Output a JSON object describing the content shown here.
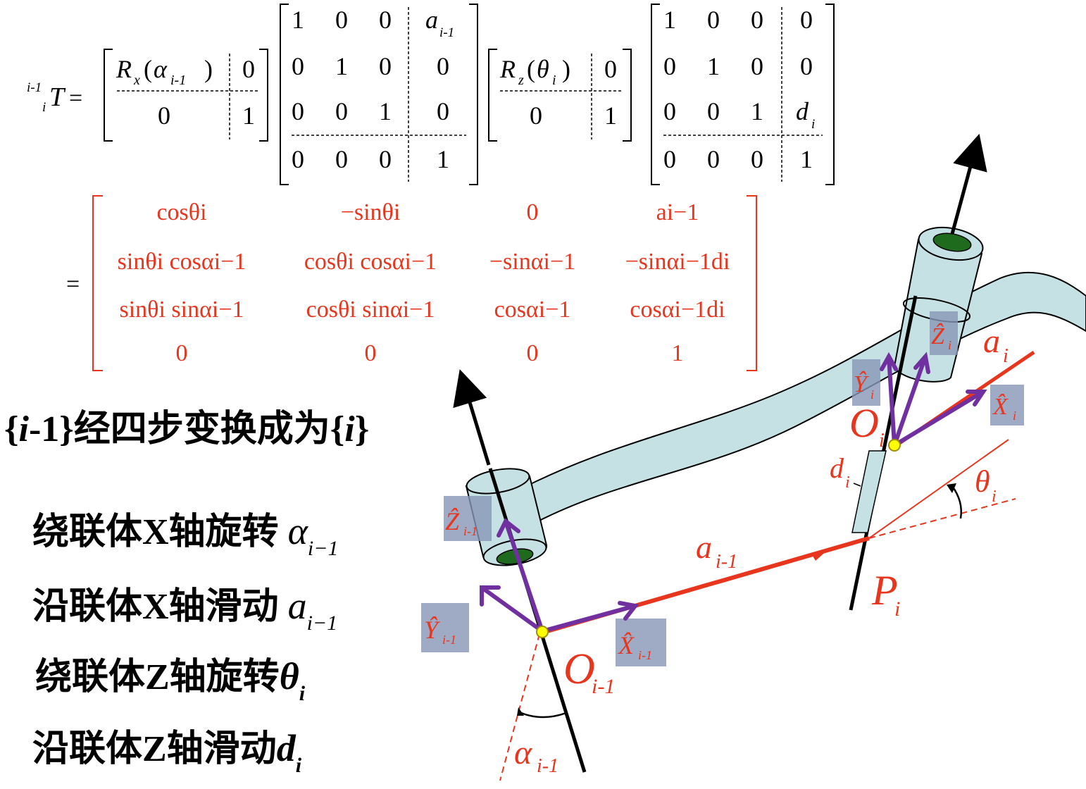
{
  "equation": {
    "lhs_pre_super": "i-1",
    "lhs_pre_sub": "i",
    "lhs_symbol": "T",
    "eq1": "=",
    "eq2": "=",
    "block1": {
      "r_label": "R",
      "r_sub": "x",
      "r_arg": "α",
      "r_arg_sub": "i-1",
      "top_right": "0",
      "bottom_left": "0",
      "bottom_right": "1"
    },
    "block2": {
      "rows": [
        [
          "1",
          "0",
          "0"
        ],
        [
          "0",
          "1",
          "0"
        ],
        [
          "0",
          "0",
          "1"
        ],
        [
          "0",
          "0",
          "0"
        ]
      ],
      "col4": [
        "a",
        "0",
        "0",
        "1"
      ],
      "col4_sub": "i-1"
    },
    "block3": {
      "r_label": "R",
      "r_sub": "z",
      "r_arg": "θ",
      "r_arg_sub": "i",
      "top_right": "0",
      "bottom_left": "0",
      "bottom_right": "1"
    },
    "block4": {
      "rows": [
        [
          "1",
          "0",
          "0"
        ],
        [
          "0",
          "1",
          "0"
        ],
        [
          "0",
          "0",
          "1"
        ],
        [
          "0",
          "0",
          "0"
        ]
      ],
      "col4": [
        "0",
        "0",
        "d",
        "1"
      ],
      "col4_sub": "i"
    },
    "result": [
      [
        "cosθi",
        "−sinθi",
        "0",
        "ai−1"
      ],
      [
        "sinθi cosαi−1",
        "cosθi cosαi−1",
        "−sinαi−1",
        "−sinαi−1di"
      ],
      [
        "sinθi sinαi−1",
        "cosθi sinαi−1",
        "cosαi−1",
        "cosαi−1di"
      ],
      [
        "0",
        "0",
        "0",
        "1"
      ]
    ]
  },
  "heading": {
    "open": "{",
    "prev": "i",
    "prev_suffix": "-1",
    "close": "}",
    "text": "经四步变换成为",
    "open2": "{",
    "target": "i",
    "close2": "}"
  },
  "steps": [
    {
      "text": "绕联体X轴旋转 ",
      "symbol": "α",
      "sub": "i−1"
    },
    {
      "text": "沿联体X轴滑动 ",
      "symbol": "a",
      "sub": "i−1"
    },
    {
      "text": "绕联体Z轴旋转",
      "symbol": "θ",
      "sub": "i"
    },
    {
      "text": "沿联体Z轴滑动",
      "symbol": "d",
      "sub": "i"
    }
  ],
  "labels": {
    "O_prev": "O",
    "O_prev_sub": "i-1",
    "O_i": "O",
    "O_i_sub": "i",
    "P_i": "P",
    "P_i_sub": "i",
    "a_prev": "a",
    "a_prev_sub": "i-1",
    "a_i": "a",
    "a_i_sub": "i",
    "d_i": "d",
    "d_i_sub": "i",
    "theta_i": "θ",
    "theta_i_sub": "i",
    "alpha_prev": "α",
    "alpha_prev_sub": "i-1",
    "Z_prev": "Ẑ",
    "Z_prev_sub": "i-1",
    "Y_prev": "Ŷ",
    "Y_prev_sub": "i-1",
    "X_prev": "X̂",
    "X_prev_sub": "i-1",
    "Z_i": "Ẑ",
    "Z_i_sub": "i",
    "Y_i": "Ŷ",
    "Y_i_sub": "i",
    "X_i": "X̂",
    "X_i_sub": "i"
  },
  "colors": {
    "red": "#e8351e",
    "purple": "#7030a0",
    "link_fill": "#c5e1e3",
    "hole": "#1e6b1e",
    "label_box": "#8796b5",
    "origin_dot": "#ffff00"
  }
}
